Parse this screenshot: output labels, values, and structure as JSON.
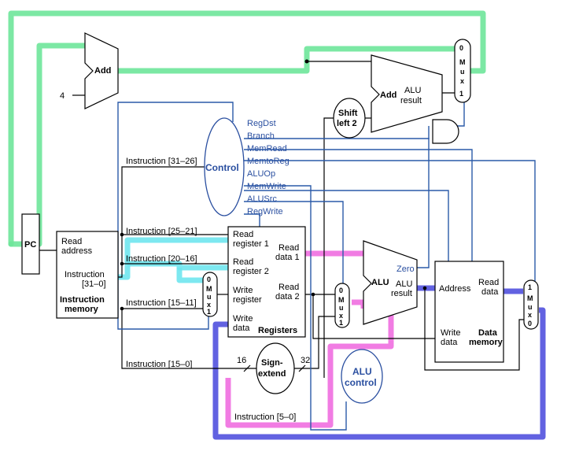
{
  "blocks": {
    "pc": "PC",
    "add_top": "Add",
    "four": "4",
    "add_alu": "Add",
    "add_alu_result": "ALU",
    "add_alu_result2": "result",
    "shift_left": "Shift",
    "shift_left2": "left 2",
    "control": "Control",
    "imem_read": "Read",
    "imem_address": "address",
    "imem_instr": "Instruction",
    "imem_range": "[31–0]",
    "imem_title1": "Instruction",
    "imem_title2": "memory",
    "reg_read1a": "Read",
    "reg_read1b": "register 1",
    "reg_read2a": "Read",
    "reg_read2b": "register 2",
    "reg_writea": "Write",
    "reg_writeb": "register",
    "reg_wdataa": "Write",
    "reg_wdatab": "data",
    "reg_rdata1a": "Read",
    "reg_rdata1b": "data 1",
    "reg_rdata2a": "Read",
    "reg_rdata2b": "data 2",
    "reg_title": "Registers",
    "alu": "ALU",
    "alu_zero": "Zero",
    "alu_result1": "ALU",
    "alu_result2": "result",
    "sign1": "Sign-",
    "sign2": "extend",
    "sign_in": "16",
    "sign_out": "32",
    "alu_control1": "ALU",
    "alu_control2": "control",
    "dmem_address": "Address",
    "dmem_read1": "Read",
    "dmem_read2": "data",
    "dmem_write1": "Write",
    "dmem_write2": "data",
    "dmem_title1": "Data",
    "dmem_title2": "memory"
  },
  "mux": {
    "zero": "0",
    "one": "1",
    "letters": [
      "M",
      "u",
      "x"
    ]
  },
  "instruction_fields": {
    "f31_26": "Instruction [31–26]",
    "f25_21": "Instruction [25–21]",
    "f20_16": "Instruction [20–16]",
    "f15_11": "Instruction [15–11]",
    "f15_0": "Instruction [15–0]",
    "f5_0": "Instruction [5–0]"
  },
  "control_signals": [
    "RegDst",
    "Branch",
    "MemRead",
    "MemtoReg",
    "ALUOp",
    "MemWrite",
    "ALUSrc",
    "RegWrite"
  ],
  "colors": {
    "highlight_pc": "#6ee59a",
    "highlight_regs": "#6fe6ee",
    "highlight_alu": "#f06ee0",
    "highlight_writeback": "#4646dc",
    "control": "#2a4fa0"
  }
}
